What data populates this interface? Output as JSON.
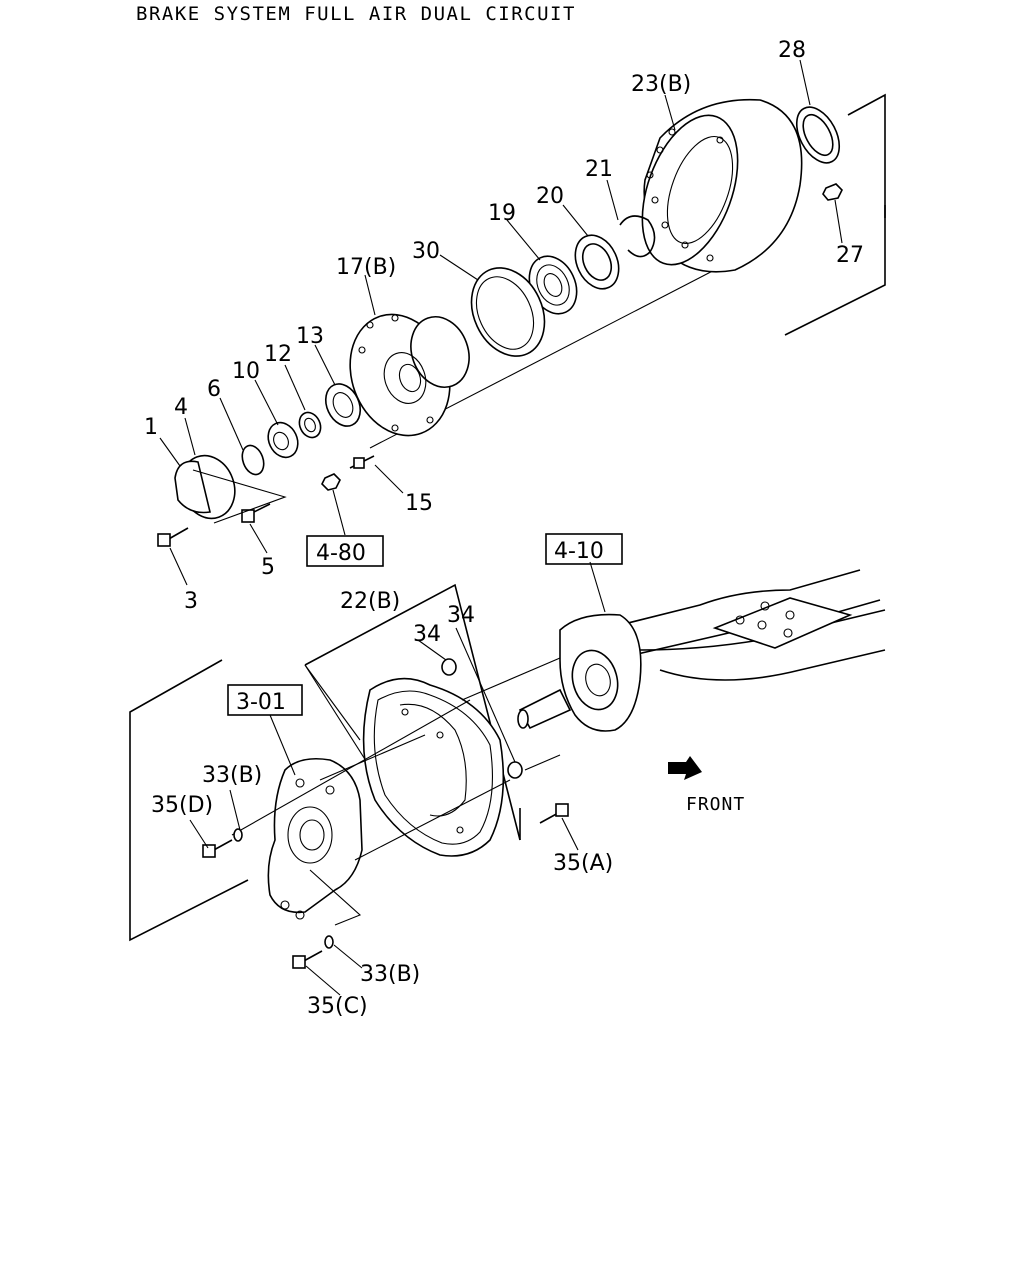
{
  "title": "BRAKE SYSTEM FULL AIR DUAL CIRCUIT",
  "labels": [
    {
      "id": "1",
      "text": "1"
    },
    {
      "id": "4",
      "text": "4"
    },
    {
      "id": "6",
      "text": "6"
    },
    {
      "id": "10",
      "text": "10"
    },
    {
      "id": "12",
      "text": "12"
    },
    {
      "id": "13",
      "text": "13"
    },
    {
      "id": "17b",
      "text": "17(B)"
    },
    {
      "id": "30",
      "text": "30"
    },
    {
      "id": "19",
      "text": "19"
    },
    {
      "id": "20",
      "text": "20"
    },
    {
      "id": "21",
      "text": "21"
    },
    {
      "id": "23b",
      "text": "23(B)"
    },
    {
      "id": "28",
      "text": "28"
    },
    {
      "id": "27",
      "text": "27"
    },
    {
      "id": "15",
      "text": "15"
    },
    {
      "id": "3",
      "text": "3"
    },
    {
      "id": "5",
      "text": "5"
    },
    {
      "id": "22b",
      "text": "22(B)"
    },
    {
      "id": "34a",
      "text": "34"
    },
    {
      "id": "34b",
      "text": "34"
    },
    {
      "id": "33b_top",
      "text": "33(B)"
    },
    {
      "id": "35d",
      "text": "35(D)"
    },
    {
      "id": "35a",
      "text": "35(A)"
    },
    {
      "id": "33b_bottom",
      "text": "33(B)"
    },
    {
      "id": "35c",
      "text": "35(C)"
    },
    {
      "id": "front",
      "text": "FRONT"
    }
  ],
  "refs": [
    {
      "id": "ref_480",
      "text": "4-80"
    },
    {
      "id": "ref_410",
      "text": "4-10"
    },
    {
      "id": "ref_301",
      "text": "3-01"
    }
  ]
}
